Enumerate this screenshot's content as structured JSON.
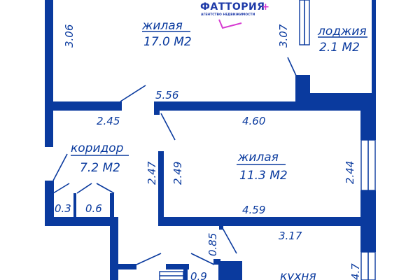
{
  "logo": {
    "name": "ФАТТОРИЯ",
    "plus": "+",
    "tagline": "АГЕНТСТВО НЕДВИЖИМОСТИ",
    "colors": {
      "text": "#1e3aa8",
      "accent": "#d63ad1"
    }
  },
  "colors": {
    "wall": "#0a3a9e",
    "background": "#ffffff"
  },
  "rooms": [
    {
      "id": "living-1",
      "name": "жилая",
      "area": "17.0 М2"
    },
    {
      "id": "loggia",
      "name": "лоджия",
      "area": "2.1 М2"
    },
    {
      "id": "corridor",
      "name": "коридор",
      "area": "7.2 М2"
    },
    {
      "id": "living-2",
      "name": "жилая",
      "area": "11.3 М2"
    },
    {
      "id": "kitchen",
      "name": "кухня",
      "area": ""
    }
  ],
  "closets": [
    {
      "id": "closet-1",
      "area": "0.3"
    },
    {
      "id": "closet-2",
      "area": "0.6"
    }
  ],
  "dimensions": {
    "living1_left": "3.06",
    "living1_right": "3.07",
    "living1_bottom_left": "2.45",
    "living1_bottom_right": "5.56",
    "living2_top": "4.60",
    "living2_left_outer": "2.47",
    "living2_left_inner": "2.49",
    "living2_right": "2.44",
    "living2_bottom": "4.59",
    "kitchen_top": "3.17",
    "kitchen_door": "0.85",
    "kitchen_right": "4.7",
    "bath_partial": "0.9"
  }
}
